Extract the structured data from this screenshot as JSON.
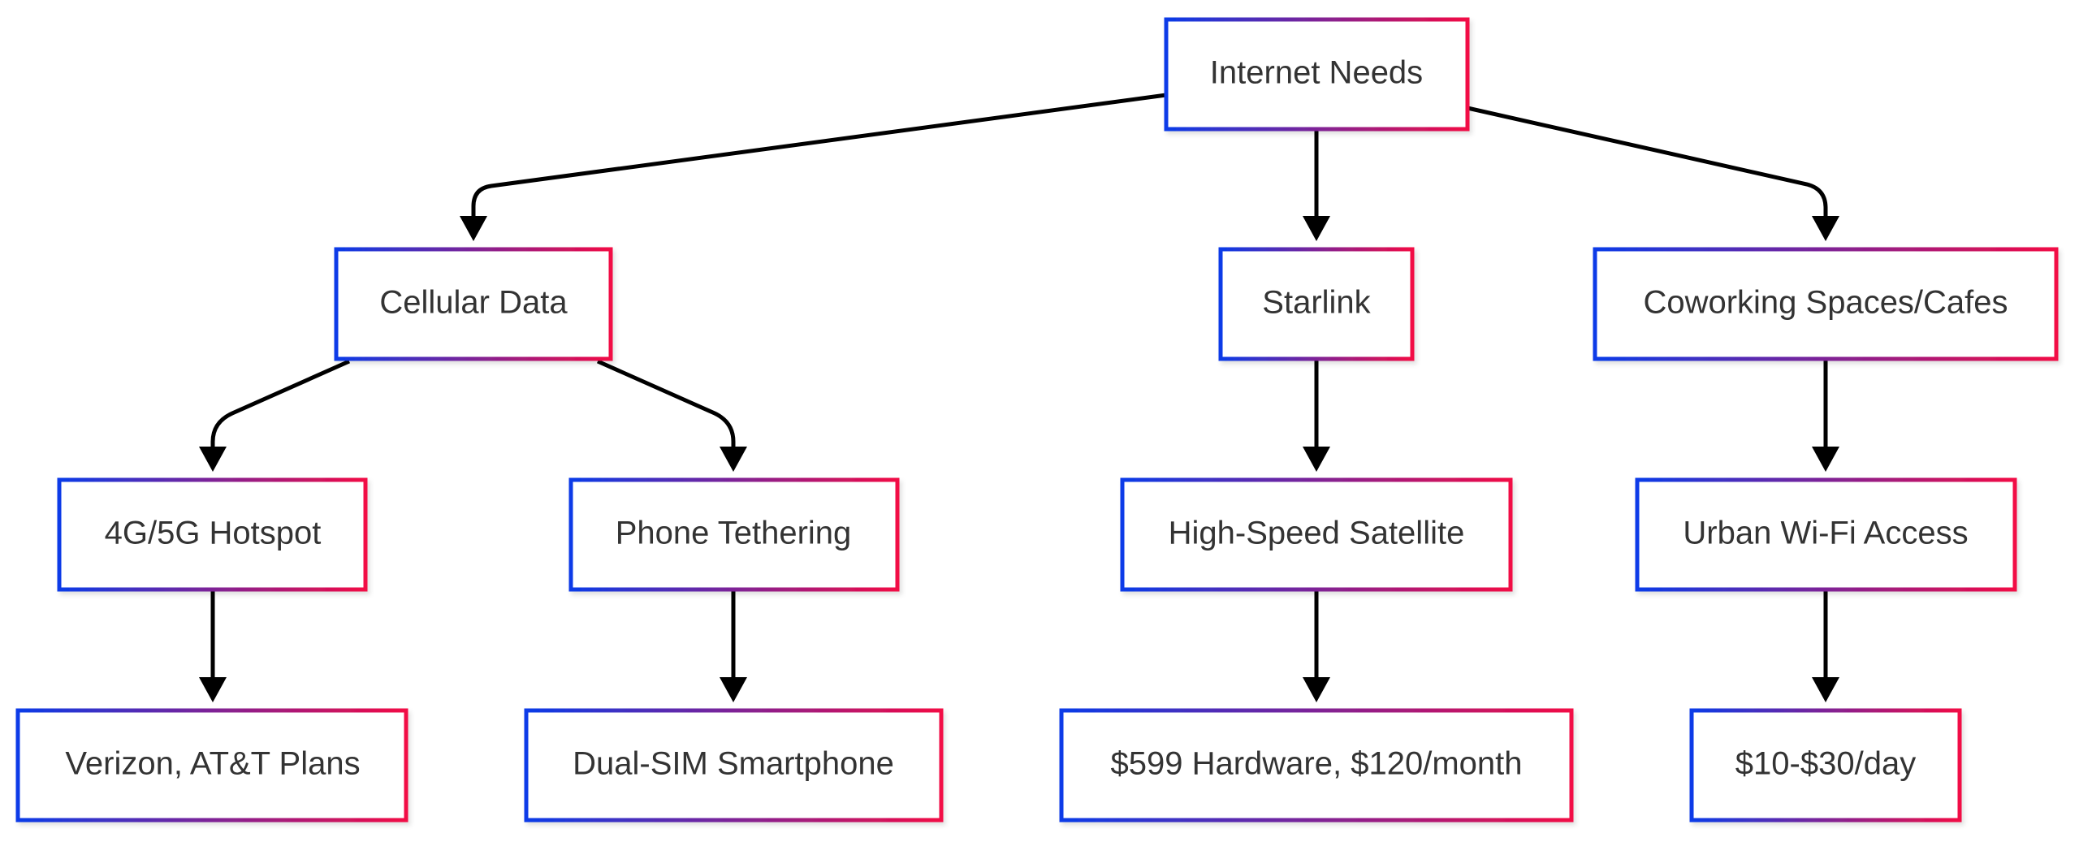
{
  "colors": {
    "border_gradient_start": "#0a3be8",
    "border_gradient_end": "#f20b45",
    "edge": "#000000",
    "text": "#333333",
    "background": "#ffffff"
  },
  "nodes": {
    "internet_needs": "Internet Needs",
    "cellular_data": "Cellular Data",
    "starlink": "Starlink",
    "coworking": "Coworking Spaces/Cafes",
    "hotspot": "4G/5G Hotspot",
    "tethering": "Phone Tethering",
    "satellite": "High-Speed Satellite",
    "urban_wifi": "Urban Wi-Fi Access",
    "carrier_plans": "Verizon, AT&T Plans",
    "dual_sim": "Dual-SIM Smartphone",
    "starlink_cost": "$599 Hardware, $120/month",
    "cafe_cost": "$10-$30/day"
  },
  "edges": [
    {
      "from": "internet_needs",
      "to": "cellular_data"
    },
    {
      "from": "internet_needs",
      "to": "starlink"
    },
    {
      "from": "internet_needs",
      "to": "coworking"
    },
    {
      "from": "cellular_data",
      "to": "hotspot"
    },
    {
      "from": "cellular_data",
      "to": "tethering"
    },
    {
      "from": "hotspot",
      "to": "carrier_plans"
    },
    {
      "from": "tethering",
      "to": "dual_sim"
    },
    {
      "from": "starlink",
      "to": "satellite"
    },
    {
      "from": "satellite",
      "to": "starlink_cost"
    },
    {
      "from": "coworking",
      "to": "urban_wifi"
    },
    {
      "from": "urban_wifi",
      "to": "cafe_cost"
    }
  ]
}
